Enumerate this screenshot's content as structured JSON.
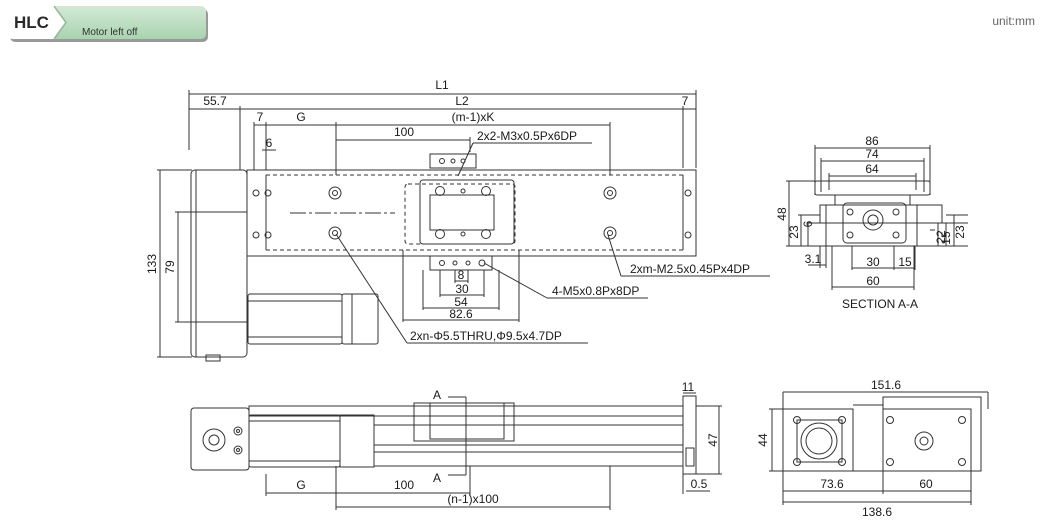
{
  "header": {
    "model": "HLC",
    "subtitle": "Motor left off",
    "unit": "unit:mm"
  },
  "top_view": {
    "L1": "L1",
    "L2": "L2",
    "d55_7": "55.7",
    "d7a": "7",
    "d7b": "7",
    "G": "G",
    "m1xK": "(m-1)xK",
    "d6": "6",
    "d100": "100",
    "callout_m3": "2x2-M3x0.5Px6DP",
    "callout_m25": "2xm-M2.5x0.45Px4DP",
    "callout_m5": "4-M5x0.8Px8DP",
    "callout_thru": "2xn-Φ5.5THRU,Φ9.5x4.7DP",
    "d133": "133",
    "d79": "79",
    "d8": "8",
    "d30": "30",
    "d54": "54",
    "d82_6": "82.6"
  },
  "section": {
    "title": "SECTION A-A",
    "d86": "86",
    "d74": "74",
    "d64": "64",
    "d48": "48",
    "d23a": "23",
    "d6": "6",
    "d15a": "15",
    "d22": "22",
    "d23b": "23",
    "d3_1": "3.1",
    "d30": "30",
    "d15b": "15",
    "d60": "60"
  },
  "side_view": {
    "A_top": "A",
    "A_bottom": "A",
    "d11": "11",
    "d47": "47",
    "G": "G",
    "d100": "100",
    "n1x100": "(n-1)x100",
    "d0_5": "0.5"
  },
  "end_view": {
    "d151_6": "151.6",
    "d44": "44",
    "d73_6": "73.6",
    "d60": "60",
    "d138_6": "138.6"
  }
}
